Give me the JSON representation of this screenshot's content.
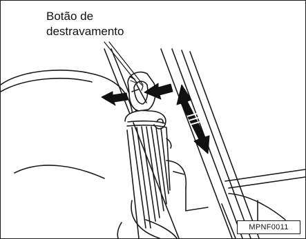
{
  "callout": {
    "line1": "Botão de",
    "line2": "destravamento"
  },
  "figure_code": "MPNF0011",
  "colors": {
    "ink": "#1a1a1a",
    "paper": "#ffffff"
  },
  "icons": [
    "press-arrow-left-icon",
    "press-arrow-right-icon",
    "up-down-adjust-arrow-icon"
  ]
}
